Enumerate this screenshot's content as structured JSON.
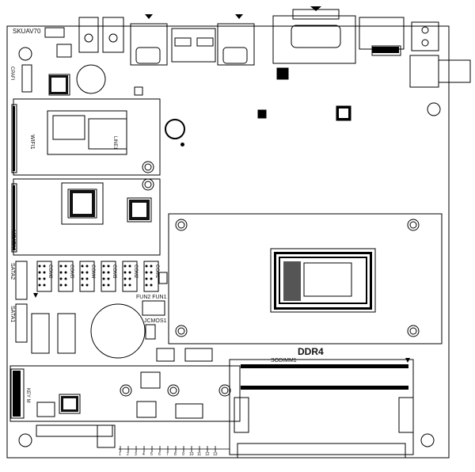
{
  "board": {
    "model": "SKUAV70",
    "memory_label": "DDR4",
    "sodimm_label": "SODIMM1",
    "jcmos_label": "JCMOS1",
    "fun_labels": "FUN2 FUN1",
    "sata1_label": "SATA1",
    "sata2_label": "SATA2",
    "cpafi_label": "CPAFI",
    "key_m_label": "KEY M",
    "wifi_label": "WIFI1",
    "msata_label": "MSATA1",
    "lines_label": "LINE1",
    "com_labels": [
      "COM6",
      "COM5",
      "COM4",
      "COM3",
      "COM2",
      "COM1"
    ],
    "bottom_pins": [
      "1",
      "2",
      "3",
      "4",
      "5",
      "6",
      "7",
      "8",
      "9",
      "10",
      "11",
      "12",
      "13"
    ]
  }
}
